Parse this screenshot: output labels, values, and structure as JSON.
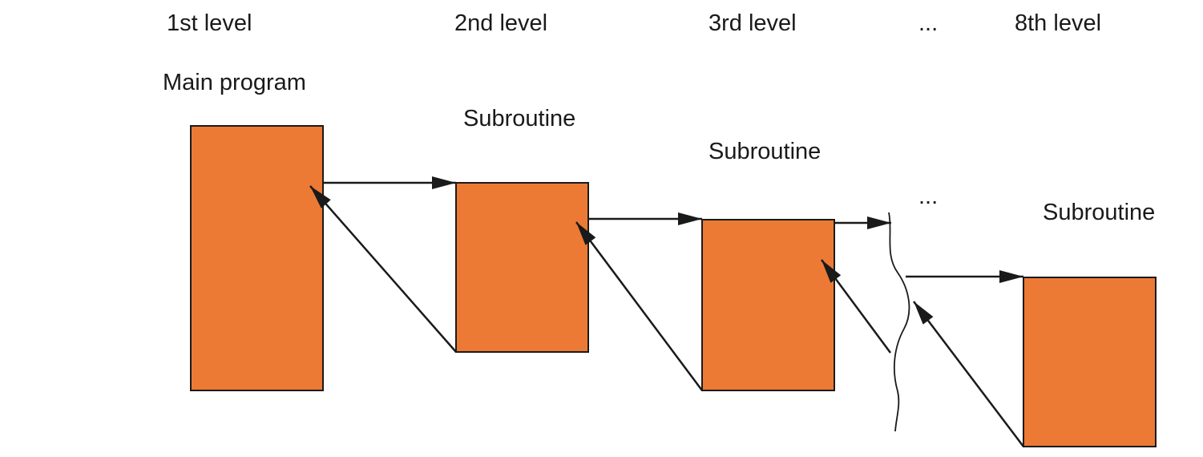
{
  "levels": {
    "level1": "1st level",
    "level2": "2nd level",
    "level3": "3rd level",
    "ellipsis": "...",
    "level8": "8th level"
  },
  "labels": {
    "main_program": "Main program",
    "subroutine_level2": "Subroutine",
    "subroutine_level3": "Subroutine",
    "ellipsis": "...",
    "subroutine_level8": "Subroutine"
  },
  "colors": {
    "box_fill": "#EC7A35",
    "stroke": "#1a1a1a",
    "background": "#ffffff"
  }
}
